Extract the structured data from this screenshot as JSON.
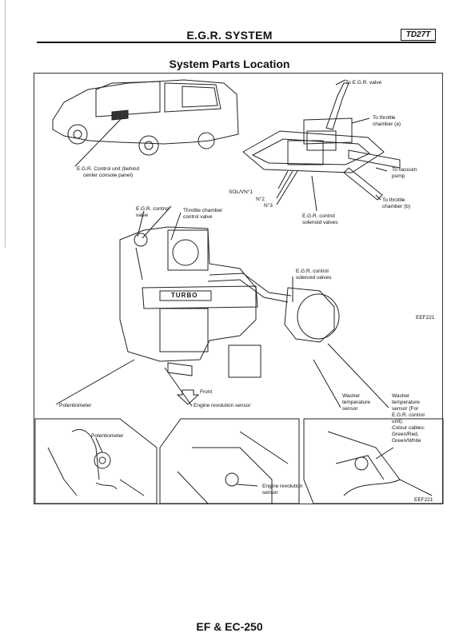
{
  "header": {
    "title": "E.G.R. SYSTEM",
    "code": "TD27T"
  },
  "section_title": "System Parts Location",
  "labels": {
    "to_egr_valve": "To E.G.R. valve",
    "to_throttle_a_1": "To throttle",
    "to_throttle_a_2": "chamber (a)",
    "to_vacuum_1": "To vacuum",
    "to_vacuum_2": "pump",
    "to_throttle_b_1": "To throttle",
    "to_throttle_b_2": "chamber (b)",
    "sol_1": "SOL/VN°1",
    "sol_2": "N°2",
    "sol_3": "N°3",
    "egr_sol_valves_top_1": "E.G.R. control",
    "egr_sol_valves_top_2": "solenoid valves",
    "egr_unit_1": "E.G.R. Control unit (behind",
    "egr_unit_2": "center console panel)",
    "egr_ctrl_valve_1": "E.G.R. control",
    "egr_ctrl_valve_2": "valve",
    "throttle_ctrl_1": "Throttle chamber",
    "throttle_ctrl_2": "control valve",
    "egr_sol_valves_mid_1": "E.G.R. control",
    "egr_sol_valves_mid_2": "solenoid valves",
    "turbo": "TURBO",
    "eef": "EEF221",
    "front": "Front",
    "potentiometer": "Potentiometer",
    "engine_rev_sensor": "Engine revolution sensor",
    "washer_temp_1": "Washer",
    "washer_temp_2": "temperature",
    "washer_temp_3": "sensor",
    "washer_temp_full_1": "Washer",
    "washer_temp_full_2": "temperature",
    "washer_temp_full_3": "sensor (For",
    "washer_temp_full_4": "E.G.R. control",
    "washer_temp_full_5": "unit).",
    "washer_temp_full_6": "Colour cables:",
    "washer_temp_full_7": "Green/Red,",
    "washer_temp_full_8": "Green/White",
    "inset_potentiometer": "Potentiometer",
    "inset_engine_rev_1": "Engine revolution",
    "inset_engine_rev_2": "sensor"
  },
  "footer": "EF & EC-250"
}
